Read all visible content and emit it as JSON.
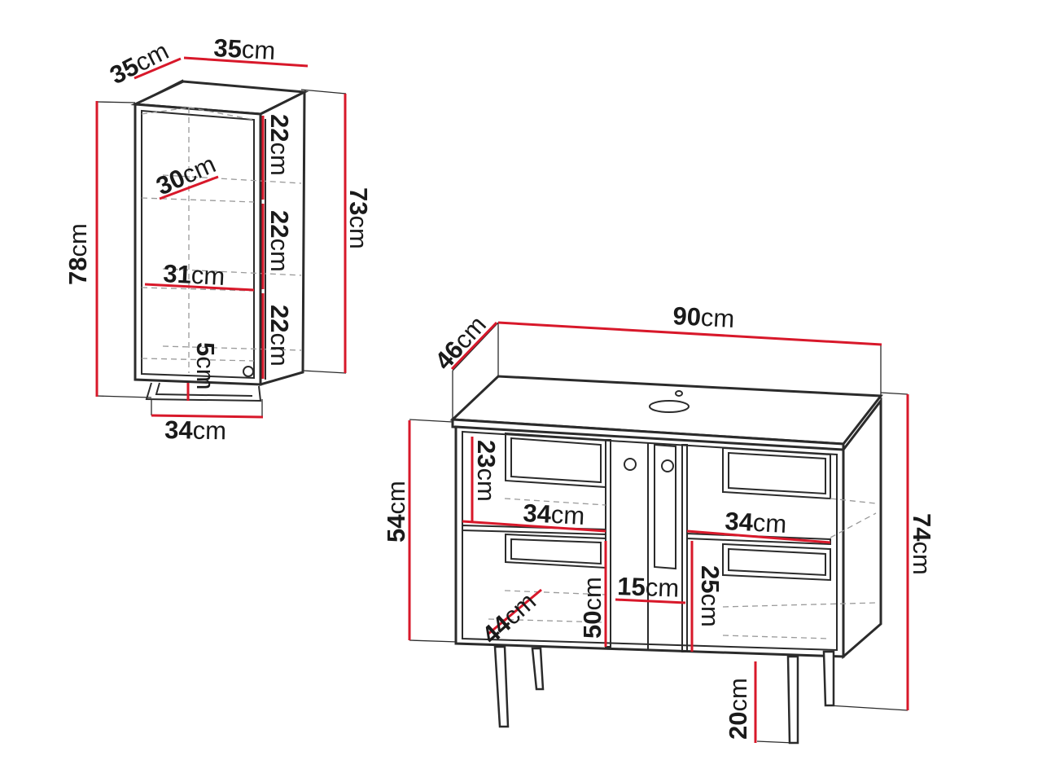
{
  "diagram": {
    "unit": "cm",
    "wall_cabinet": {
      "depth": "35",
      "width": "35",
      "height_total": "78",
      "height_body": "73",
      "shelf_gap_1": "22",
      "shelf_gap_2": "22",
      "shelf_gap_3": "22",
      "shelf_depth": "30",
      "shelf_width": "31",
      "towel_rail_drop": "5",
      "towel_rail_width": "34"
    },
    "vanity_cabinet": {
      "depth": "46",
      "width": "90",
      "height_total": "74",
      "height_body": "54",
      "left_top_shelf_gap": "23",
      "left_shelf_width": "34",
      "right_shelf_width": "34",
      "left_lower_depth": "44",
      "left_lower_height": "50",
      "center_width": "15",
      "right_lower_height": "25",
      "leg_height": "20"
    }
  }
}
